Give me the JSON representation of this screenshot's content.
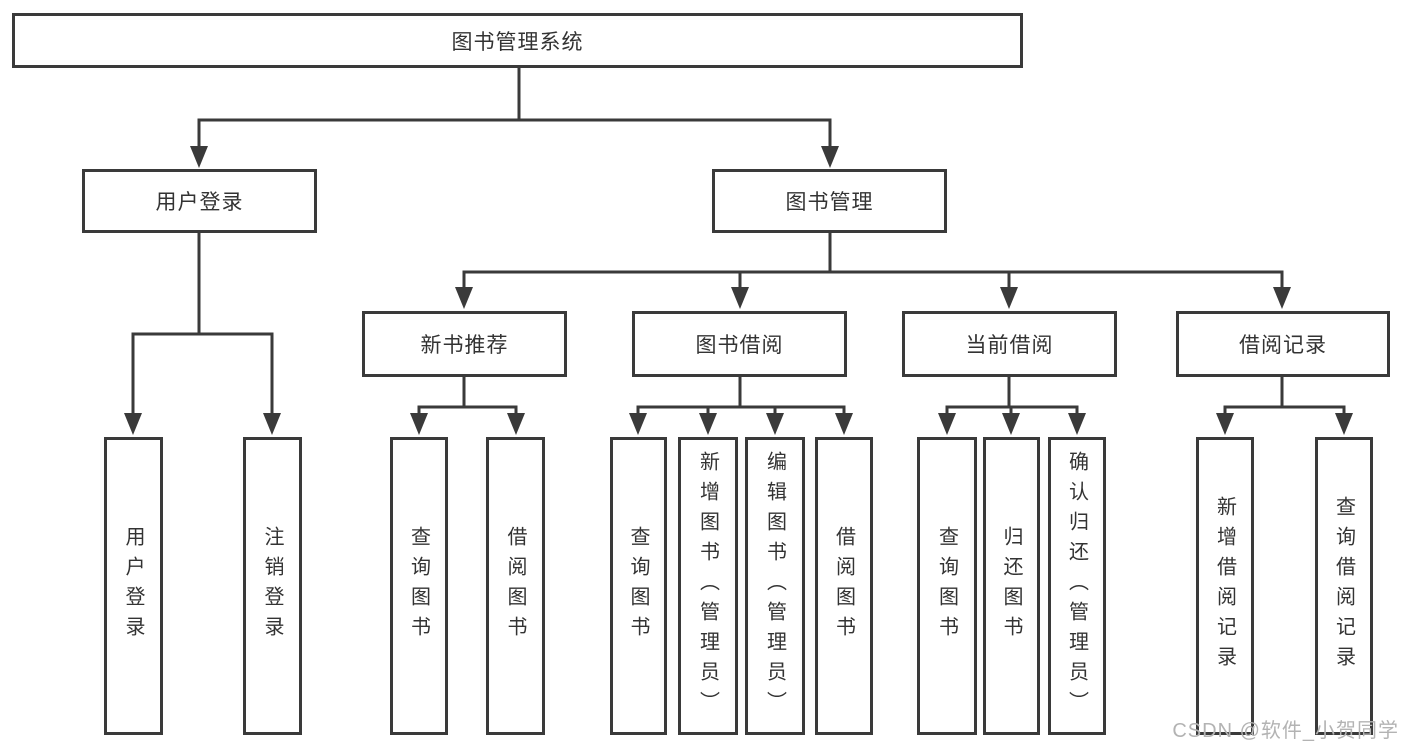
{
  "colors": {
    "line": "#3a3a3a",
    "box_border": "#3a3a3a",
    "text": "#333333",
    "watermark": "#b3b3b3",
    "background": "#ffffff"
  },
  "diagram": {
    "root": {
      "label": "图书管理系统"
    },
    "level2": [
      {
        "label": "用户登录"
      },
      {
        "label": "图书管理"
      }
    ],
    "level3": [
      {
        "label": "新书推荐"
      },
      {
        "label": "图书借阅"
      },
      {
        "label": "当前借阅"
      },
      {
        "label": "借阅记录"
      }
    ],
    "leaves": {
      "user_login": [
        {
          "label": "用户登录"
        },
        {
          "label": "注销登录"
        }
      ],
      "new_book_rec": [
        {
          "label": "查询图书"
        },
        {
          "label": "借阅图书"
        }
      ],
      "book_borrow": [
        {
          "label": "查询图书"
        },
        {
          "label": "新增图书（管理员）"
        },
        {
          "label": "编辑图书（管理员）"
        },
        {
          "label": "借阅图书"
        }
      ],
      "current_borrow": [
        {
          "label": "查询图书"
        },
        {
          "label": "归还图书"
        },
        {
          "label": "确认归还（管理员）"
        }
      ],
      "borrow_records": [
        {
          "label": "新增借阅记录"
        },
        {
          "label": "查询借阅记录"
        }
      ]
    }
  },
  "watermark": {
    "text": "CSDN @软件_小贺同学"
  }
}
